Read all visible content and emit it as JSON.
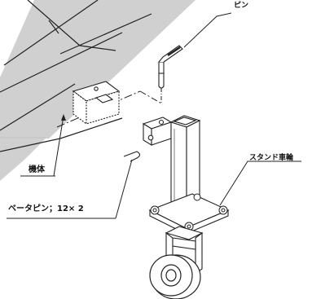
{
  "labels": {
    "pin": "ピン",
    "machine_body": "機体",
    "beta_pin": "ベータピン；12× 2",
    "stand_wheel": "スタンド車輪"
  }
}
